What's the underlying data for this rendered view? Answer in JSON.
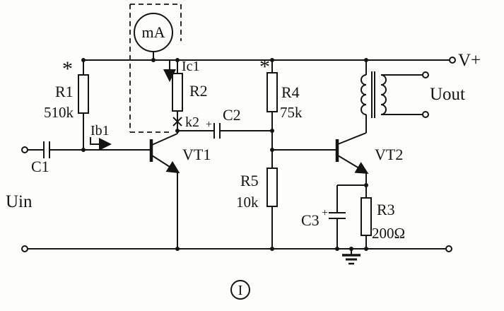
{
  "schematic": {
    "power_label": "V+",
    "input_label": "Uin",
    "output_label": "Uout",
    "meter_label": "mA",
    "figure_number": "I",
    "switch_label": "k2",
    "currents": {
      "ib1": "Ib1",
      "ic1": "Ic1"
    },
    "transistors": {
      "vt1": "VT1",
      "vt2": "VT2"
    },
    "capacitors": {
      "c1": "C1",
      "c2": "C2",
      "c2_plus": "+",
      "c3": "C3",
      "c3_plus": "+"
    },
    "resistors": {
      "r1": {
        "name": "R1",
        "value": "510k",
        "star": "*"
      },
      "r2": {
        "name": "R2"
      },
      "r3": {
        "name": "R3",
        "value": "200Ω"
      },
      "r4": {
        "name": "R4",
        "value": "75k",
        "star": "*"
      },
      "r5": {
        "name": "R5",
        "value": "10k"
      }
    },
    "colors": {
      "ink": "#141414",
      "paper": "#fdfdfa"
    }
  }
}
